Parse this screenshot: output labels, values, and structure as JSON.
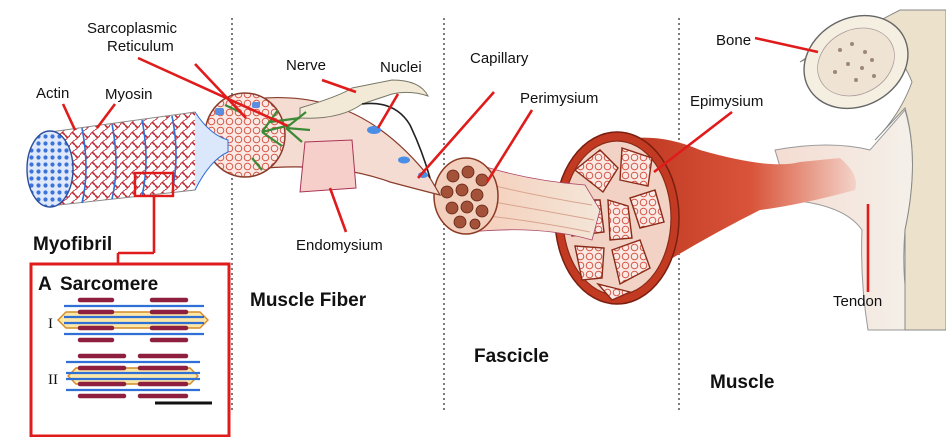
{
  "labels": {
    "actin": "Actin",
    "myosin": "Myosin",
    "sarcoplasmic_reticulum_line1": "Sarcoplasmic",
    "sarcoplasmic_reticulum_line2": "Reticulum",
    "nerve": "Nerve",
    "nuclei": "Nuclei",
    "capillary": "Capillary",
    "perimysium": "Perimysium",
    "epimysium": "Epimysium",
    "bone": "Bone",
    "endomysium": "Endomysium",
    "tendon": "Tendon"
  },
  "sections": {
    "myofibril": "Myofibril",
    "muscle_fiber": "Muscle Fiber",
    "fascicle": "Fascicle",
    "muscle": "Muscle"
  },
  "inset": {
    "panel_letter": "A",
    "title": "Sarcomere",
    "state_1": "I",
    "state_2": "II"
  },
  "colors": {
    "pointer": "#e01b1b",
    "muscle_red": "#c9341c",
    "fibril_blue": "#2f6fd6",
    "fibril_red": "#b01e2a",
    "tissue_pink": "#f4d2c8",
    "tendon_cream": "#efe6d6"
  }
}
